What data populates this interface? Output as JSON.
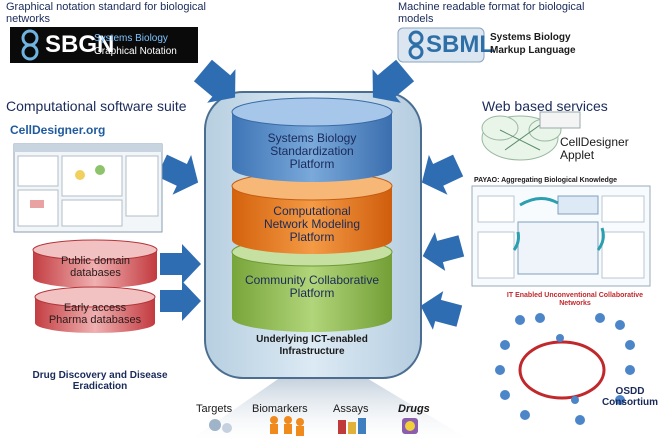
{
  "top_left": {
    "heading": "Graphical notation standard for biological networks",
    "logo_text_1": "SBGN",
    "logo_text_2": "Systems Biology",
    "logo_text_3": "Graphical Notation"
  },
  "top_right": {
    "heading": "Machine readable format for biological models",
    "logo_text": "SBML",
    "caption_1": "Systems Biology",
    "caption_2": "Markup Language"
  },
  "left": {
    "suite_title": "Computational software suite",
    "celldesigner": "CellDesigner.org",
    "public_db_1": "Public domain",
    "public_db_2": "databases",
    "early_access_1": "Early access",
    "early_access_2": "Pharma databases",
    "drug_discovery_1": "Drug Discovery and Disease",
    "drug_discovery_2": "Eradication"
  },
  "right": {
    "web_title": "Web based services",
    "applet_1": "CellDesigner",
    "applet_2": "Applet",
    "payao": "PAYAO: Aggregating Biological Knowledge",
    "it_title_1": "IT Enabled Unconventional Collaborative",
    "it_title_2": "Networks",
    "osdd_1": "OSDD",
    "osdd_2": "Consortium"
  },
  "stack": {
    "layer1_1": "Systems Biology",
    "layer1_2": "Standardization",
    "layer1_3": "Platform",
    "layer2_1": "Computational",
    "layer2_2": "Network Modeling",
    "layer2_3": "Platform",
    "layer3_1": "Community Collaborative",
    "layer3_2": "Platform",
    "infra_1": "Underlying ICT-enabled",
    "infra_2": "Infrastructure"
  },
  "bottom": {
    "targets": "Targets",
    "biomarkers": "Biomarkers",
    "assays": "Assays",
    "drugs": "Drugs"
  },
  "colors": {
    "blue_layer": "#4f86c6",
    "orange_layer": "#e8761a",
    "green_layer": "#8db84a",
    "container": "#c7dbe9",
    "arrow": "#2f6db3",
    "db_red": "#c9484b"
  }
}
